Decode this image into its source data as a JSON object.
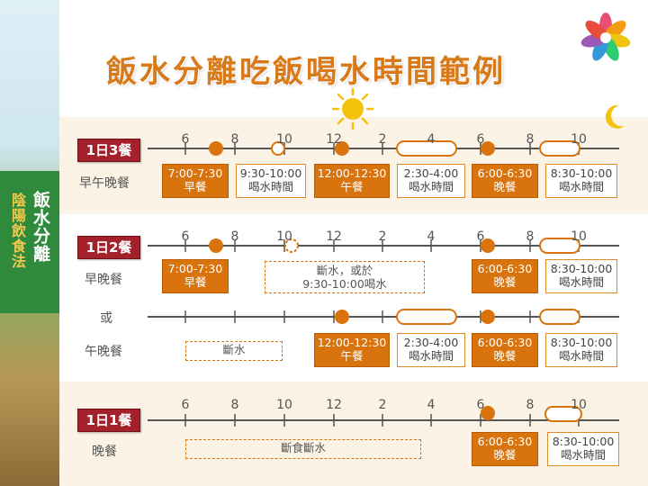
{
  "title": "飯水分離吃飯喝水時間範例",
  "side": {
    "text1": "飯水分離",
    "text2": "陰陽飲食法"
  },
  "ticks": [
    "6",
    "8",
    "10",
    "12",
    "2",
    "4",
    "6",
    "8",
    "10"
  ],
  "labels": {
    "b3": "1日3餐",
    "b2": "1日2餐",
    "b1": "1日1餐",
    "r1": "早午晚餐",
    "r2": "早晚餐",
    "or": "或",
    "r3": "午晚餐",
    "r4": "晚餐"
  },
  "boxes": {
    "r1a": [
      "7:00-7:30",
      "早餐"
    ],
    "r1b": [
      "9:30-10:00",
      "喝水時間"
    ],
    "r1c": [
      "12:00-12:30",
      "午餐"
    ],
    "r1d": [
      "2:30-4:00",
      "喝水時間"
    ],
    "r1e": [
      "6:00-6:30",
      "晚餐"
    ],
    "r1f": [
      "8:30-10:00",
      "喝水時間"
    ],
    "r2a": [
      "7:00-7:30",
      "早餐"
    ],
    "r2b": [
      "斷水，或於",
      "9:30-10:00喝水"
    ],
    "r2c": [
      "6:00-6:30",
      "晚餐"
    ],
    "r2d": [
      "8:30-10:00",
      "喝水時間"
    ],
    "r3a": "斷水",
    "r3b": [
      "12:00-12:30",
      "午餐"
    ],
    "r3c": [
      "2:30-4:00",
      "喝水時間"
    ],
    "r3d": [
      "6:00-6:30",
      "晚餐"
    ],
    "r3e": [
      "8:30-10:00",
      "喝水時間"
    ],
    "r4a": "斷食斷水",
    "r4b": [
      "6:00-6:30",
      "晚餐"
    ],
    "r4c": [
      "8:30-10:00",
      "喝水時間"
    ]
  },
  "colors": {
    "accent": "#d97a1a",
    "badge": "#a4202a",
    "sidebar": "#2f8a3c",
    "band": "#fbf3e6"
  },
  "icons": [
    "sun-icon",
    "moon-icon",
    "flower-logo-icon"
  ]
}
